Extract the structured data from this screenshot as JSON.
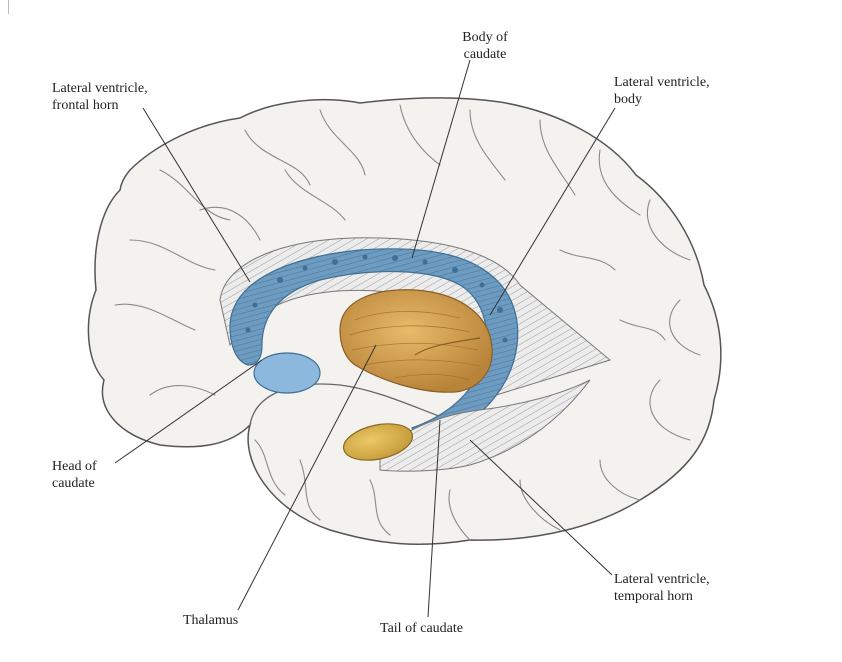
{
  "labels": {
    "body_of_caudate": [
      "Body of",
      "caudate"
    ],
    "lateral_ventricle_frontal_horn": [
      "Lateral ventricle,",
      "frontal horn"
    ],
    "lateral_ventricle_body": [
      "Lateral ventricle,",
      "body"
    ],
    "head_of_caudate": [
      "Head of",
      "caudate"
    ],
    "lateral_ventricle_temporal_horn": [
      "Lateral ventricle,",
      "temporal horn"
    ],
    "thalamus": "Thalamus",
    "tail_of_caudate": "Tail of caudate"
  },
  "colors": {
    "brain_fill": "#f4f2ef",
    "brain_outline": "#555555",
    "ventricle": "#6e9bc0",
    "ventricle_dark": "#3f6f96",
    "caudate_head": "#8db8de",
    "thalamus": "#d6a24e",
    "tail_of_caudate": "#ddb54e",
    "leader_line": "#333333"
  }
}
